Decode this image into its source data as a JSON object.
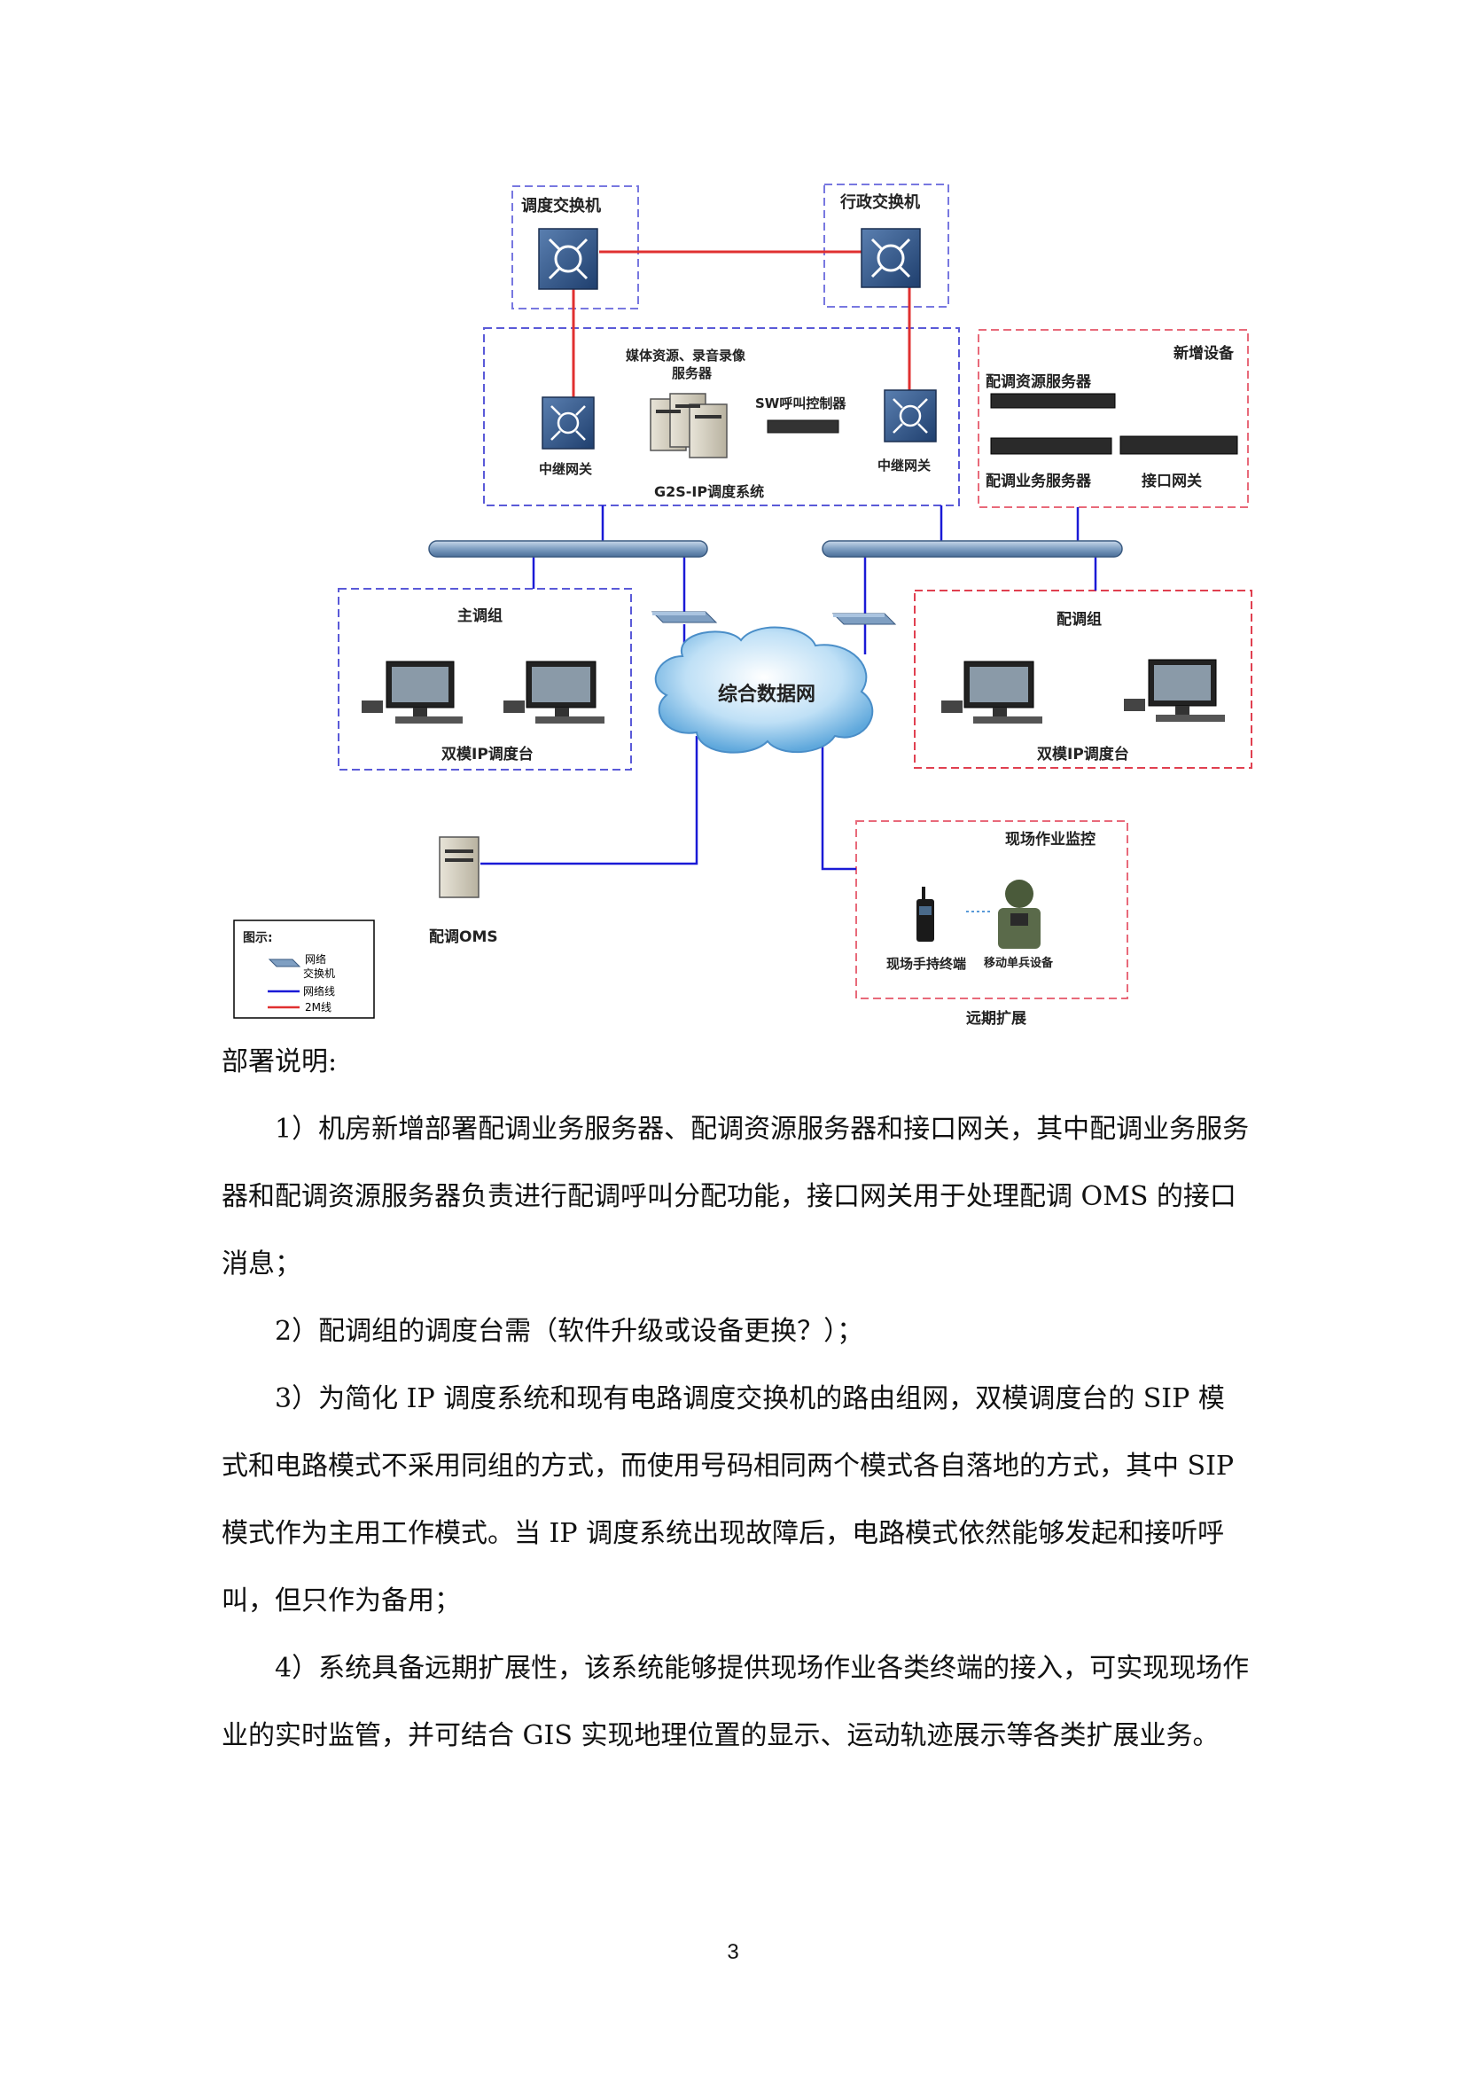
{
  "diagram": {
    "dispatch_switch": "调度交换机",
    "admin_switch": "行政交换机",
    "media_server": "媒体资源、录音录像",
    "media_server_line2": "服务器",
    "sw_controller": "SW呼叫控制器",
    "trunk_gw_left": "中继网关",
    "trunk_gw_right": "中继网关",
    "g2s_system": "G2S-IP调度系统",
    "new_equipment": "新增设备",
    "resource_server": "配调资源服务器",
    "business_server": "配调业务服务器",
    "interface_gw": "接口网关",
    "main_group": "主调组",
    "main_console": "双模IP调度台",
    "dist_group": "配调组",
    "dist_console": "双模IP调度台",
    "data_network": "综合数据网",
    "oms": "配调OMS",
    "field_monitor": "现场作业监控",
    "handheld": "现场手持终端",
    "mobile_soldier": "移动单兵设备",
    "future_expansion": "远期扩展",
    "legend": {
      "title": "图示:",
      "switch_label_1": "网络",
      "switch_label_2": "交换机",
      "network_line": "网络线",
      "line_2m": "2M线"
    },
    "colors": {
      "blue_line": "#1a1ad6",
      "red_line": "#e03030",
      "blue_dash": "#7878e0",
      "red_dash": "#e86a7a"
    }
  },
  "section_title": "部署说明:",
  "paragraphs": [
    "1）机房新增部署配调业务服务器、配调资源服务器和接口网关，其中配调业务服务器和配调资源服务器负责进行配调呼叫分配功能，接口网关用于处理配调 OMS 的接口消息；",
    "2）配调组的调度台需（软件升级或设备更换？）；",
    "3）为简化 IP 调度系统和现有电路调度交换机的路由组网，双模调度台的 SIP 模式和电路模式不采用同组的方式，而使用号码相同两个模式各自落地的方式，其中 SIP 模式作为主用工作模式。当 IP 调度系统出现故障后，电路模式依然能够发起和接听呼叫，但只作为备用；",
    "4）系统具备远期扩展性，该系统能够提供现场作业各类终端的接入，可实现现场作业的实时监管，并可结合 GIS 实现地理位置的显示、运动轨迹展示等各类扩展业务。"
  ],
  "page_number": "3"
}
